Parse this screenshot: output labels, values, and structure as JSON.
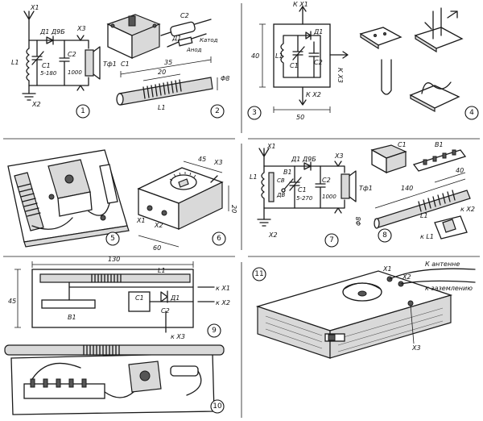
{
  "fig1": {
    "number": "1",
    "x1": "X1",
    "x2": "X2",
    "x3": "X3",
    "l1": "L1",
    "d1": "Д1 Д9Б",
    "c1": "C1",
    "c1_range": "5-180",
    "c2": "C2",
    "c2_val": "1000",
    "tf": "Тф1"
  },
  "fig2": {
    "number": "2",
    "c1": "C1",
    "c2": "C2",
    "d1": "Д1",
    "katod": "Катод",
    "anod": "Анод",
    "dim_35": "35",
    "dim_20": "20",
    "dim_d8": "Φ8",
    "l1": "L1"
  },
  "fig3": {
    "number": "3",
    "kx1": "К X1",
    "kx2": "К X2",
    "kx3": "К X3",
    "l1": "L1",
    "c1": "C1",
    "c2": "C2",
    "d1": "Д1",
    "dim_40": "40",
    "dim_50": "50"
  },
  "fig4": {
    "number": "4"
  },
  "fig5": {
    "number": "5"
  },
  "fig6": {
    "number": "6",
    "dim_45": "45",
    "dim_20": "20",
    "dim_60": "60",
    "x1": "X1",
    "x2": "X2",
    "x3": "X3"
  },
  "fig7": {
    "number": "7",
    "x1": "X1",
    "x2": "X2",
    "x3": "X3",
    "l1": "L1",
    "sv": "СВ",
    "dv": "ДВ",
    "b1": "B1",
    "d1": "Д1 Д9Б",
    "c1": "C1",
    "c1_range": "5-270",
    "c2": "C2",
    "c2_val": "1000",
    "tf": "Тф1"
  },
  "fig8": {
    "number": "8",
    "c1": "C1",
    "b1": "B1",
    "dim_140": "140",
    "dim_40": "40",
    "dim_d8": "Φ8",
    "l1": "L1",
    "kx2": "к X2",
    "kl1": "к L1"
  },
  "fig9": {
    "number": "9",
    "dim_130": "130",
    "dim_45": "45",
    "l1": "L1",
    "b1": "B1",
    "c1": "C1",
    "c2": "C2",
    "d1": "Д1",
    "kx1": "к X1",
    "kx2": "к X2",
    "kx3": "к X3"
  },
  "fig10": {
    "number": "10"
  },
  "fig11": {
    "number": "11",
    "x1": "X1",
    "x2": "X2",
    "x3": "X3",
    "antenna": "К антенне",
    "ground": "к заземлению"
  }
}
